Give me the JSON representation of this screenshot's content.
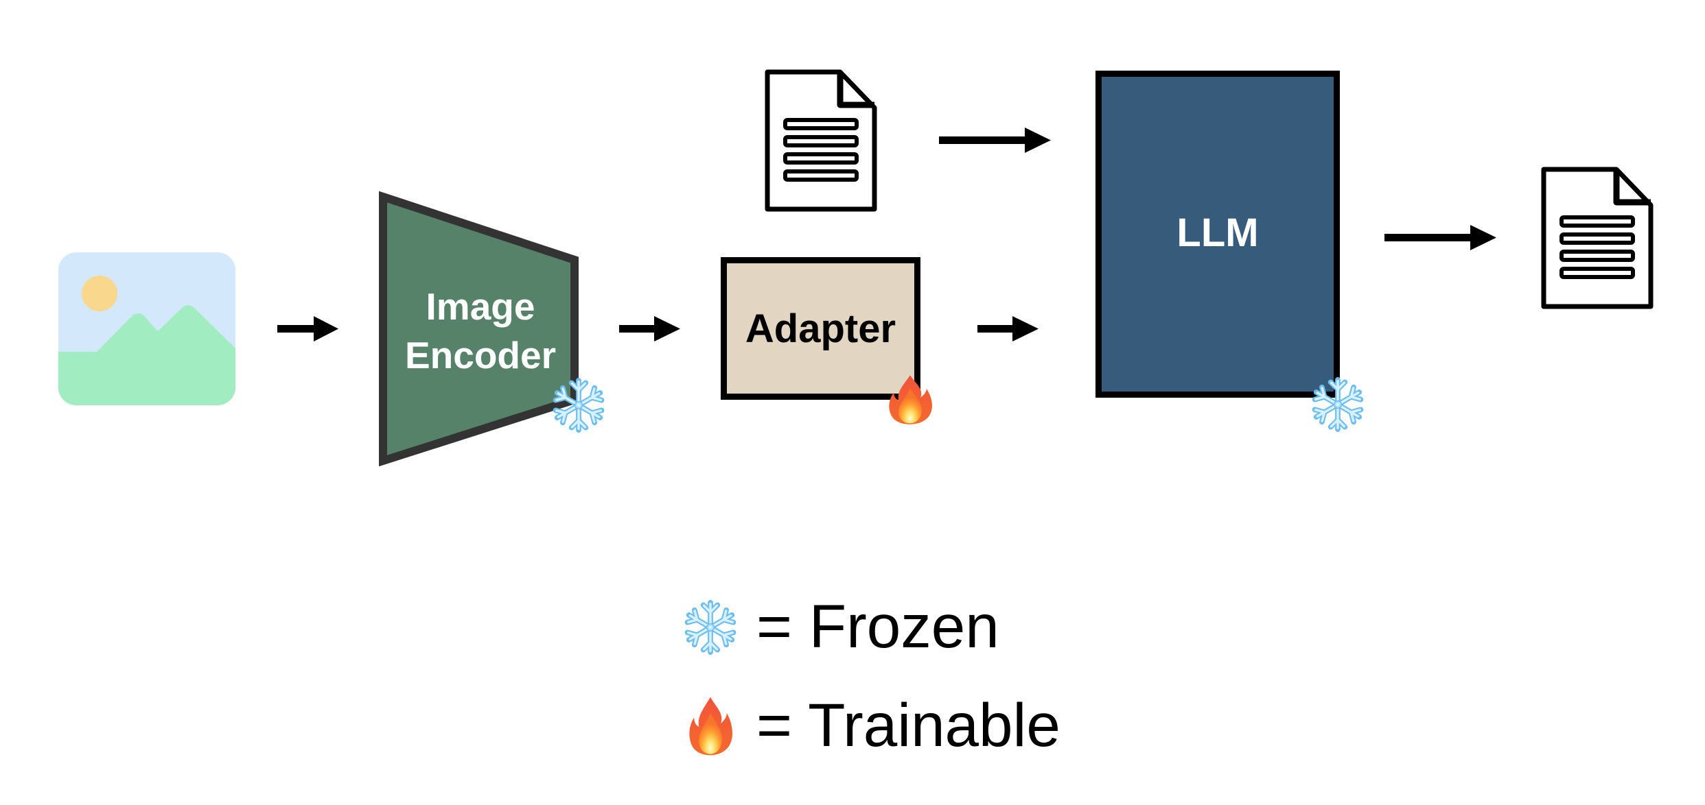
{
  "diagram": {
    "nodes": {
      "input_image": {
        "label": "",
        "icon": "image-icon"
      },
      "image_encoder": {
        "label_line1": "Image",
        "label_line2": "Encoder",
        "status": "frozen"
      },
      "text_input": {
        "label": "",
        "icon": "document-icon"
      },
      "adapter": {
        "label": "Adapter",
        "status": "trainable"
      },
      "llm": {
        "label": "LLM",
        "status": "frozen"
      },
      "text_output": {
        "label": "",
        "icon": "document-icon"
      }
    },
    "edges": [
      {
        "from": "input_image",
        "to": "image_encoder"
      },
      {
        "from": "image_encoder",
        "to": "adapter"
      },
      {
        "from": "adapter",
        "to": "llm"
      },
      {
        "from": "text_input",
        "to": "llm"
      },
      {
        "from": "llm",
        "to": "text_output"
      }
    ],
    "legend": [
      {
        "icon": "snowflake-icon",
        "text": "= Frozen"
      },
      {
        "icon": "fire-icon",
        "text": "= Trainable"
      }
    ],
    "colors": {
      "encoder_fill": "#56826a",
      "encoder_border": "#333333",
      "adapter_fill": "#e2d6c3",
      "llm_fill": "#375c7b",
      "image_sky": "#d4e8fc",
      "image_land": "#a1ecc0",
      "image_sun": "#f9d78c"
    }
  }
}
